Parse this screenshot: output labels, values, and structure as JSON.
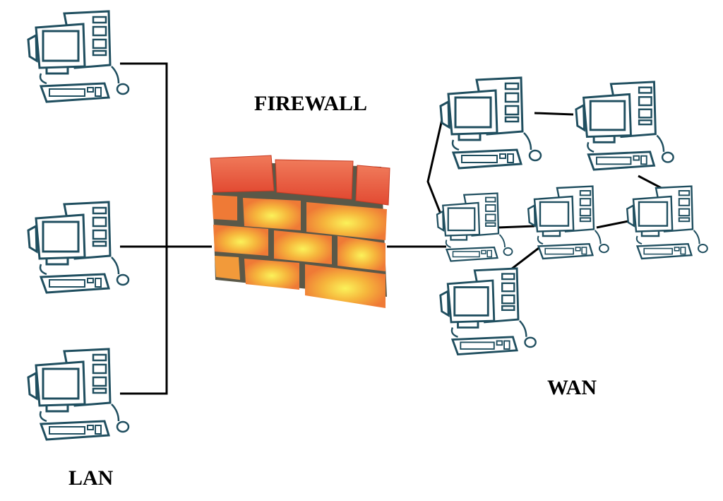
{
  "labels": {
    "firewall": "FIREWALL",
    "wan": "WAN",
    "lan": "LAN"
  },
  "colors": {
    "computer_stroke": "#1f4e5f",
    "link": "#000000",
    "brick_top": "#e8503a",
    "brick_mid": "#f4a23a",
    "brick_glow": "#f8e85a",
    "mortar": "#5a5848"
  },
  "lan": {
    "computers": [
      {
        "id": "lan-pc-1"
      },
      {
        "id": "lan-pc-2"
      },
      {
        "id": "lan-pc-3"
      }
    ]
  },
  "wan": {
    "computers": [
      {
        "id": "wan-pc-1"
      },
      {
        "id": "wan-pc-2"
      },
      {
        "id": "wan-pc-3"
      },
      {
        "id": "wan-pc-4"
      },
      {
        "id": "wan-pc-5"
      },
      {
        "id": "wan-pc-6"
      }
    ],
    "links": [
      [
        "wan-pc-1",
        "wan-pc-2"
      ],
      [
        "wan-pc-1",
        "wan-pc-3"
      ],
      [
        "wan-pc-3",
        "wan-pc-4"
      ],
      [
        "wan-pc-4",
        "wan-pc-5"
      ],
      [
        "wan-pc-2",
        "wan-pc-5"
      ],
      [
        "wan-pc-4",
        "wan-pc-6"
      ]
    ]
  },
  "firewall": {
    "icon": "brick-wall-icon"
  }
}
